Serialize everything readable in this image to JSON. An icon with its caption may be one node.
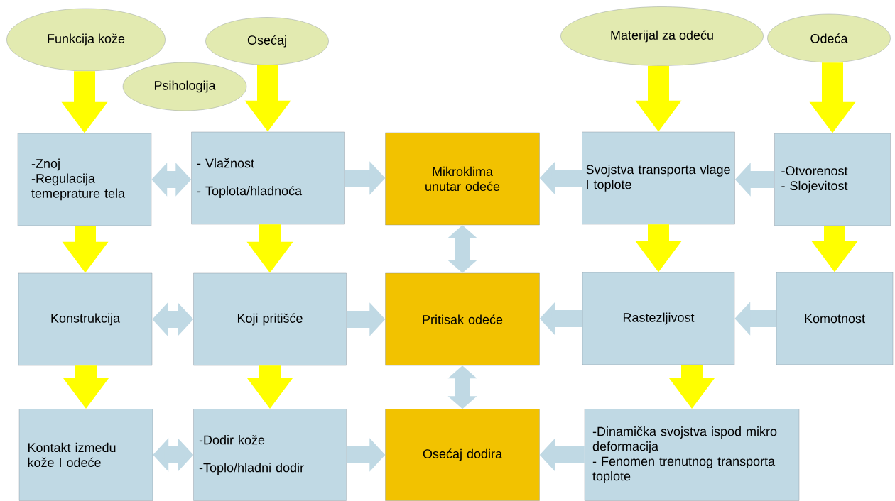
{
  "diagram": {
    "nodes": [
      {
        "text": [
          "Funkcija kože"
        ]
      },
      {
        "text": [
          "Osećaj"
        ]
      },
      {
        "text": [
          "Psihologija"
        ]
      },
      {
        "text": [
          "Materijal za odeću"
        ]
      },
      {
        "text": [
          "Odeća"
        ]
      },
      {
        "text": [
          "-Znoj",
          "-Regulacija temeprature tela"
        ]
      },
      {
        "text": [
          "- Vlažnost",
          "- Toplota/hladnoća"
        ]
      },
      {
        "text": [
          "Mikroklima unutar odeće"
        ]
      },
      {
        "text": [
          "Svojstva transporta vlage I toplote"
        ]
      },
      {
        "text": [
          "-Otvorenost",
          "- Slojevitost"
        ]
      },
      {
        "text": [
          "Konstrukcija"
        ]
      },
      {
        "text": [
          "Koji pritišće"
        ]
      },
      {
        "text": [
          "Pritisak odeće"
        ]
      },
      {
        "text": [
          "Rastezljivost"
        ]
      },
      {
        "text": [
          "Komotnost"
        ]
      },
      {
        "text": [
          "Kontakt između kože I odeće"
        ]
      },
      {
        "text": [
          "-Dodir kože",
          "-Toplo/hladni dodir"
        ]
      },
      {
        "text": [
          "Osećaj dodira"
        ]
      },
      {
        "text": [
          "-Dinamička svojstva ispod mikro deformacija",
          "- Fenomen trenutnog transporta toplote"
        ]
      }
    ],
    "edges": [
      {
        "from": 0,
        "to": 5,
        "arrow": "to",
        "color": "#ffff00"
      },
      {
        "from": 1,
        "to": 6,
        "arrow": "to",
        "color": "#ffff00"
      },
      {
        "from": 3,
        "to": 8,
        "arrow": "to",
        "color": "#ffff00"
      },
      {
        "from": 4,
        "to": 9,
        "arrow": "to",
        "color": "#ffff00"
      },
      {
        "from": 5,
        "to": 6,
        "arrow": "both"
      },
      {
        "from": 6,
        "to": 7,
        "arrow": "to"
      },
      {
        "from": 8,
        "to": 7,
        "arrow": "to"
      },
      {
        "from": 9,
        "to": 8,
        "arrow": "to"
      },
      {
        "from": 5,
        "to": 10,
        "arrow": "to",
        "color": "#ffff00"
      },
      {
        "from": 6,
        "to": 11,
        "arrow": "to",
        "color": "#ffff00"
      },
      {
        "from": 7,
        "to": 12,
        "arrow": "both"
      },
      {
        "from": 8,
        "to": 13,
        "arrow": "to",
        "color": "#ffff00"
      },
      {
        "from": 9,
        "to": 14,
        "arrow": "to",
        "color": "#ffff00"
      },
      {
        "from": 10,
        "to": 11,
        "arrow": "both"
      },
      {
        "from": 11,
        "to": 12,
        "arrow": "to"
      },
      {
        "from": 13,
        "to": 12,
        "arrow": "to"
      },
      {
        "from": 14,
        "to": 13,
        "arrow": "to"
      },
      {
        "from": 10,
        "to": 15,
        "arrow": "to",
        "color": "#ffff00"
      },
      {
        "from": 11,
        "to": 16,
        "arrow": "to",
        "color": "#ffff00"
      },
      {
        "from": 12,
        "to": 17,
        "arrow": "both"
      },
      {
        "from": 13,
        "to": 18,
        "arrow": "to",
        "color": "#ffff00"
      },
      {
        "from": 15,
        "to": 16,
        "arrow": "both"
      },
      {
        "from": 16,
        "to": 17,
        "arrow": "to"
      },
      {
        "from": 18,
        "to": 17,
        "arrow": "to"
      }
    ]
  }
}
